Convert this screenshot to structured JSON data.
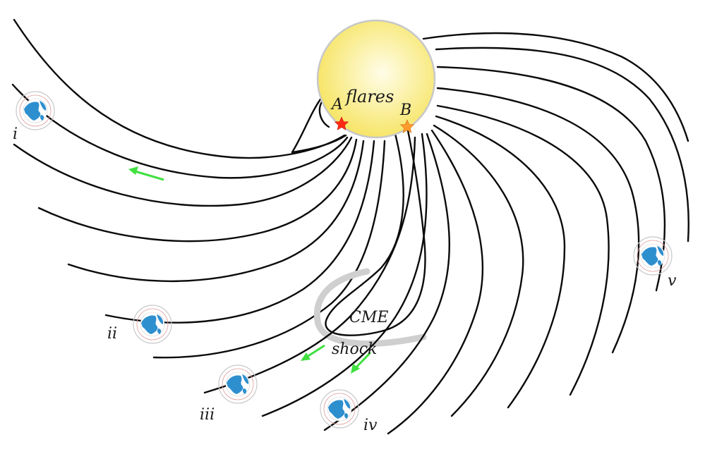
{
  "labels": {
    "flares": "flares",
    "point_a": "A",
    "point_b": "B",
    "cme": "CME",
    "shock": "shock",
    "obs_i": "i",
    "obs_ii": "ii",
    "obs_iii": "iii",
    "obs_iv": "iv",
    "obs_v": "v"
  },
  "colors": {
    "sun_outer": "#f6e35e",
    "sun_inner": "#fffde8",
    "sun_rim": "#c8c8c8",
    "star_a": "#ff2a14",
    "star_b": "#ff9a2e",
    "field_line": "#0a0a0a",
    "shock": "#cfcfcf",
    "arrow": "#40e040",
    "earth_ocean": "#ffffff",
    "earth_land": "#2e8fcf"
  },
  "icons": {
    "star": "star-icon",
    "observer": "earth-icon",
    "arrow": "arrow-icon"
  }
}
